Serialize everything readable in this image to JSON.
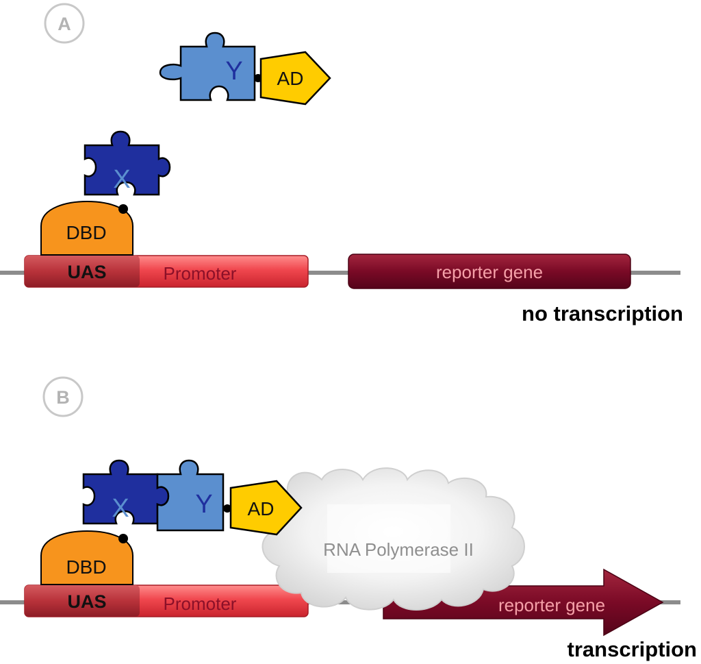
{
  "panel_a": {
    "badge": "A",
    "protein_x": "X",
    "protein_y": "Y",
    "activation_domain": "AD",
    "binding_domain": "DBD",
    "uas": "UAS",
    "promoter": "Promoter",
    "reporter": "reporter gene",
    "outcome": "no transcription"
  },
  "panel_b": {
    "badge": "B",
    "protein_x": "X",
    "protein_y": "Y",
    "activation_domain": "AD",
    "binding_domain": "DBD",
    "uas": "UAS",
    "promoter": "Promoter",
    "polymerase": "RNA Polymerase II",
    "reporter": "reporter gene",
    "outcome": "transcription"
  },
  "colors": {
    "promoter": "#f0474e",
    "uas": "#b8323a",
    "reporter": "#7a0a26",
    "reporter_text": "#f5a0a8",
    "promoter_text": "#8b1028",
    "dbd": "#f7941d",
    "ad": "#ffcc00",
    "protein_x": "#1f2f9e",
    "protein_y": "#5b8fcf",
    "polymerase": "#e6e6e6",
    "dna": "#8c8c8c",
    "badge": "#bdbdbd"
  }
}
